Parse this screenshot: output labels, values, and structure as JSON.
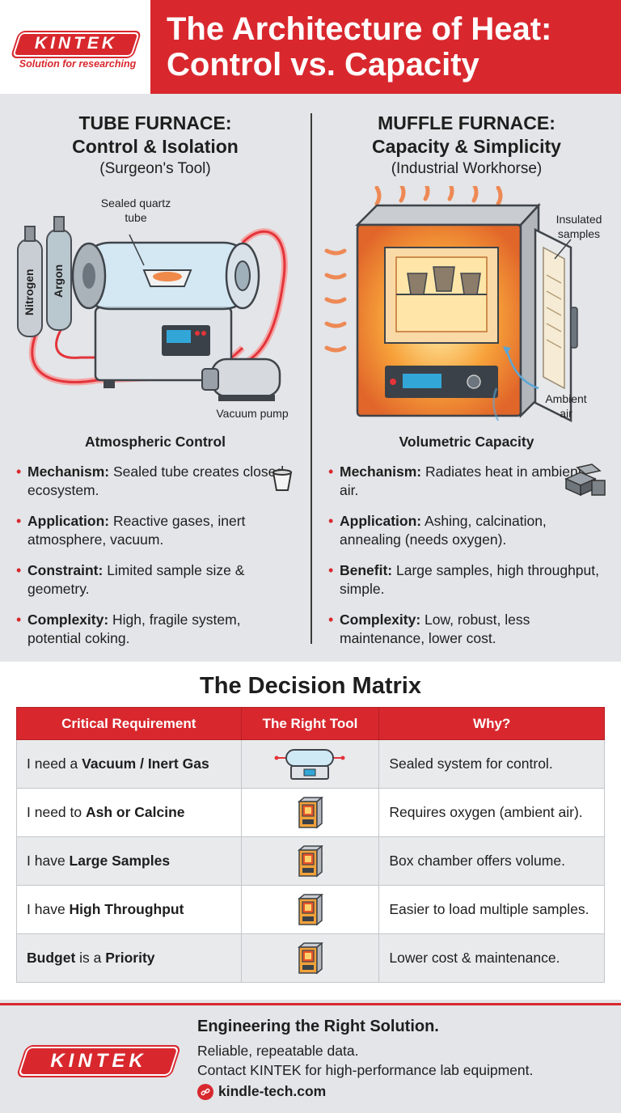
{
  "brand": {
    "logo_text": "KINTEK",
    "tagline": "Solution for researching",
    "brand_red": "#d8282e"
  },
  "header": {
    "title_line1": "The Architecture of Heat:",
    "title_line2": "Control vs. Capacity"
  },
  "tube": {
    "title_line1": "TUBE FURNACE:",
    "title_line2": "Control & Isolation",
    "subtitle": "(Surgeon's Tool)",
    "callout_tube_line1": "Sealed quartz",
    "callout_tube_line2": "tube",
    "gas_nitrogen": "Nitrogen",
    "gas_argon": "Argon",
    "callout_pump": "Vacuum pump",
    "section_heading": "Atmospheric Control",
    "bullets": [
      {
        "label": "Mechanism:",
        "text": " Sealed tube creates closed ecosystem."
      },
      {
        "label": "Application:",
        "text": " Reactive gases, inert atmosphere, vacuum."
      },
      {
        "label": "Constraint:",
        "text": " Limited sample size & geometry."
      },
      {
        "label": "Complexity:",
        "text": " High, fragile system, potential coking."
      }
    ]
  },
  "muffle": {
    "title_line1": "MUFFLE FURNACE:",
    "title_line2": "Capacity & Simplicity",
    "subtitle": "(Industrial Workhorse)",
    "callout_samples_line1": "Insulated",
    "callout_samples_line2": "samples",
    "callout_air_line1": "Ambient",
    "callout_air_line2": "air",
    "section_heading": "Volumetric Capacity",
    "bullets": [
      {
        "label": "Mechanism:",
        "text": " Radiates heat in ambient air."
      },
      {
        "label": "Application:",
        "text": " Ashing, calcination, annealing (needs oxygen)."
      },
      {
        "label": "Benefit:",
        "text": " Large samples, high throughput, simple."
      },
      {
        "label": "Complexity:",
        "text": " Low, robust, less maintenance, lower cost."
      }
    ]
  },
  "matrix": {
    "title": "The Decision Matrix",
    "headers": [
      "Critical Requirement",
      "The Right Tool",
      "Why?"
    ],
    "rows": [
      {
        "pre": "I need a ",
        "bold": "Vacuum / Inert Gas",
        "post": "",
        "mid": "",
        "bold2": "",
        "tool": "tube-furnace-icon",
        "why": "Sealed system for control."
      },
      {
        "pre": "I need to ",
        "bold": "Ash or Calcine",
        "post": "",
        "mid": "",
        "bold2": "",
        "tool": "muffle-furnace-icon",
        "why": "Requires oxygen (ambient air)."
      },
      {
        "pre": "I have ",
        "bold": "Large Samples",
        "post": "",
        "mid": "",
        "bold2": "",
        "tool": "muffle-furnace-icon",
        "why": "Box chamber offers volume."
      },
      {
        "pre": "I have ",
        "bold": "High Throughput",
        "post": "",
        "mid": "",
        "bold2": "",
        "tool": "muffle-furnace-icon",
        "why": "Easier to load multiple samples."
      },
      {
        "pre": "",
        "bold": "Budget",
        "post": "",
        "mid": " is a ",
        "bold2": "Priority",
        "tool": "muffle-furnace-icon",
        "why": "Lower cost & maintenance."
      }
    ]
  },
  "footer": {
    "heading": "Engineering the Right Solution.",
    "line1": "Reliable, repeatable data.",
    "line2": "Contact KINTEK for high-performance lab equipment.",
    "link": "kindle-tech.com",
    "link_icon": "link-icon"
  }
}
